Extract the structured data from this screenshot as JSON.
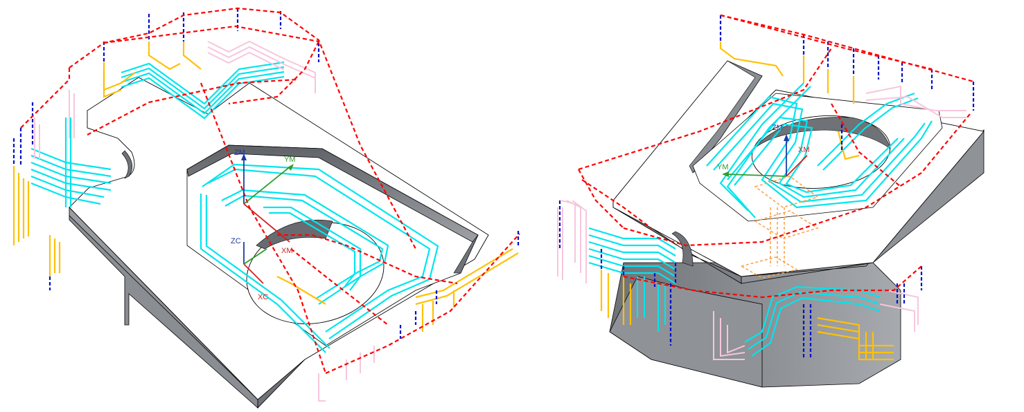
{
  "views": [
    {
      "id": "left-view",
      "axes": {
        "zm": "ZM",
        "ym": "YM",
        "xm": "XM",
        "zc": "ZC",
        "xc": "XC"
      }
    },
    {
      "id": "right-view",
      "axes": {
        "zm": "ZM",
        "ym": "YM",
        "xm": "XM"
      }
    }
  ],
  "colors": {
    "part_top": "#ffffff",
    "part_side": "#8f9296",
    "part_side_dark": "#6f7277",
    "engage_retract": "#ff0000",
    "cut_path": "#00e5ee",
    "approach": "#ffc107",
    "departure": "#f7c6dc",
    "rapid": "#0010c8",
    "helix": "#ffa24a"
  }
}
